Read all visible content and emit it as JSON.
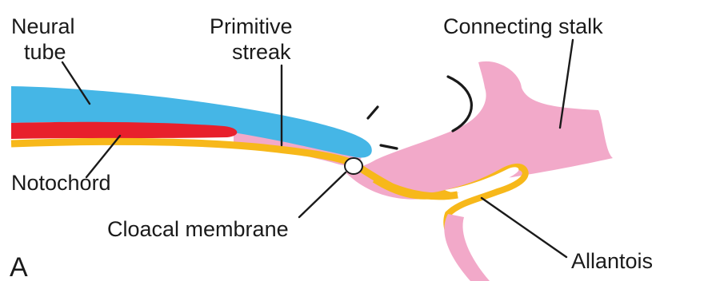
{
  "labels": {
    "neural_tube_line1": "Neural",
    "neural_tube_line2": "tube",
    "primitive_streak_line1": "Primitive",
    "primitive_streak_line2": "streak",
    "connecting_stalk": "Connecting stalk",
    "notochord": "Notochord",
    "cloacal_membrane": "Cloacal membrane",
    "allantois": "Allantois",
    "panel_letter": "A"
  },
  "colors": {
    "neural_tube": "#45b6e6",
    "notochord": "#e8202c",
    "yolk_layer": "#f7b81a",
    "mesoderm_pink": "#f2a9c9",
    "outline": "#1a1a1a"
  }
}
